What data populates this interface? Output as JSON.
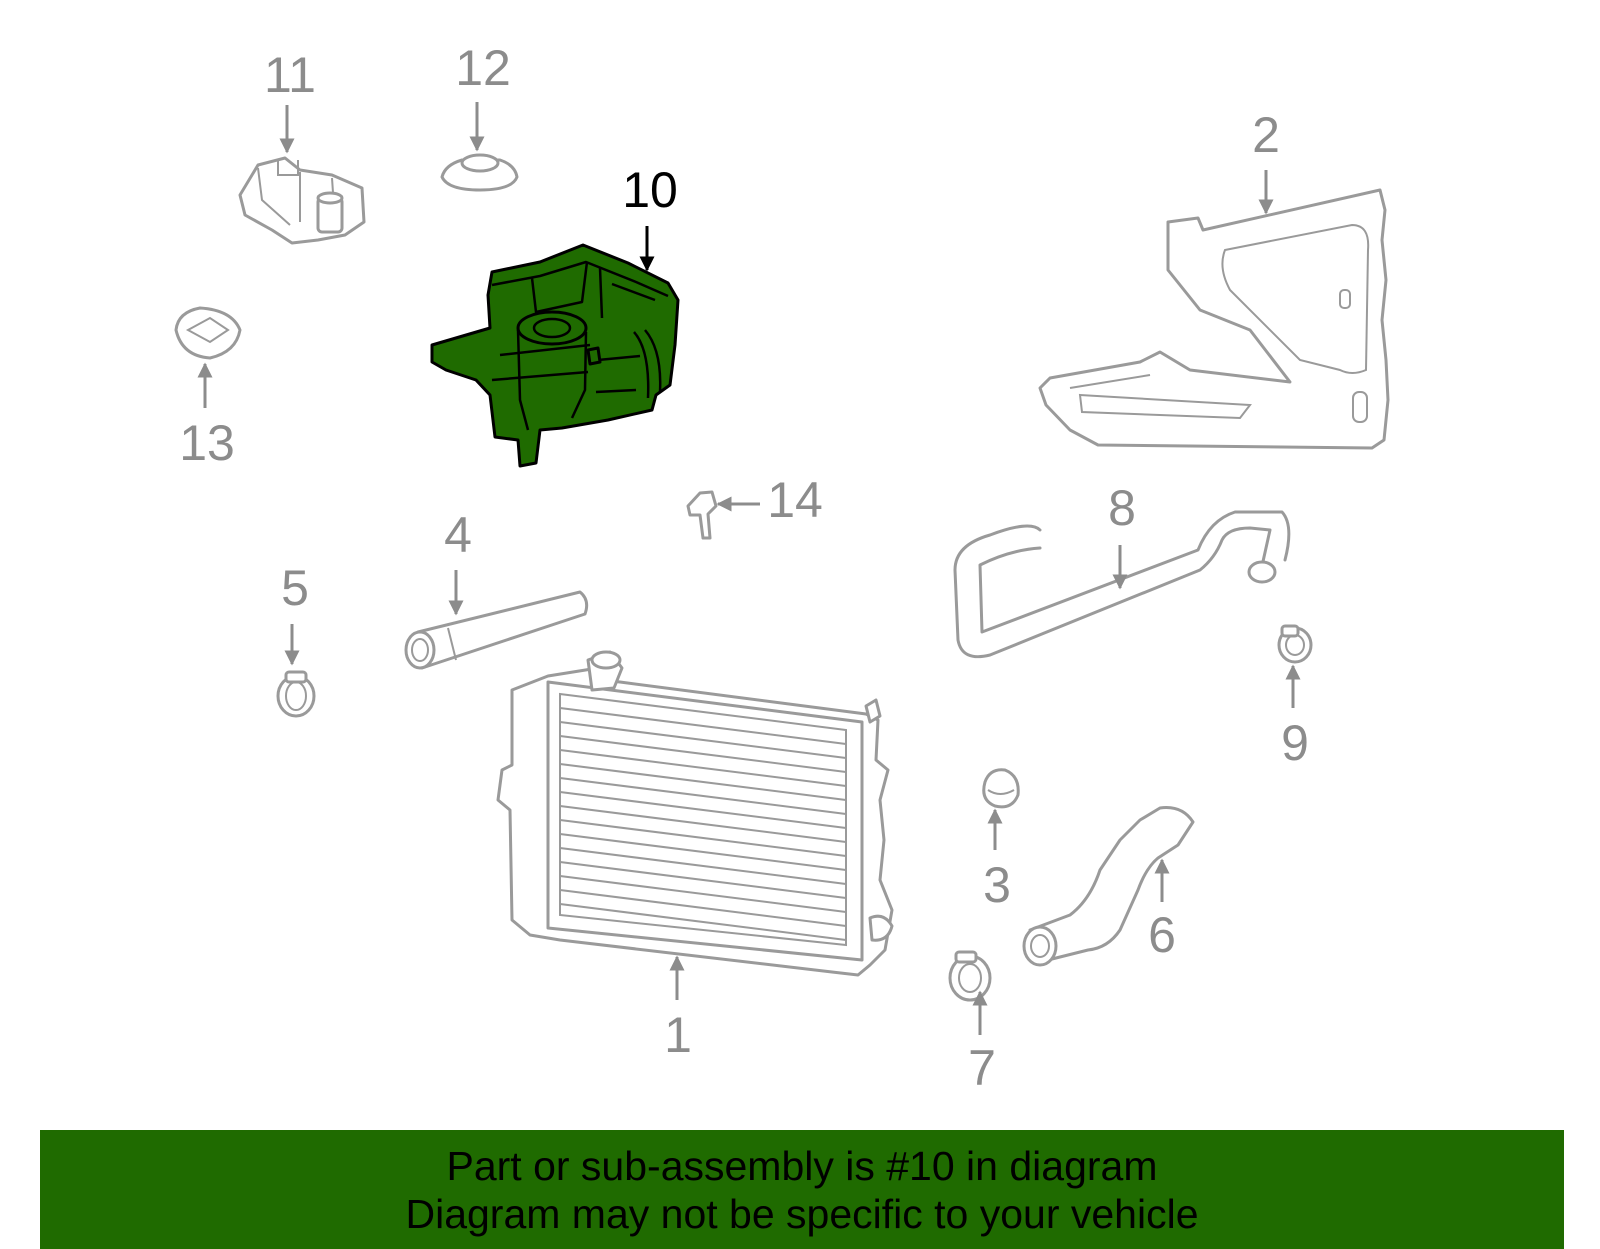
{
  "diagram": {
    "highlighted_part": "10",
    "callouts": [
      "1",
      "2",
      "3",
      "4",
      "5",
      "6",
      "7",
      "8",
      "9",
      "10",
      "11",
      "12",
      "13",
      "14"
    ]
  },
  "colors": {
    "highlight": "#1f6b00",
    "parts": "#9a9a9a",
    "banner": "#1f6b00"
  },
  "banner": {
    "line1": "Part or sub-assembly is #10 in diagram",
    "line2": "Diagram may not be specific to your vehicle"
  }
}
